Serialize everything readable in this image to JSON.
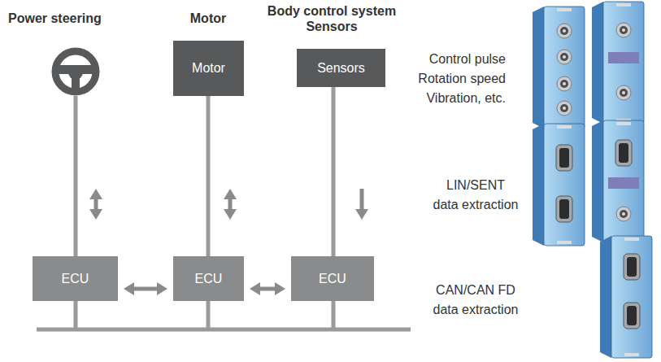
{
  "diagram": {
    "nodes": [
      {
        "text": [
          "Control pulse Rotation speed Vibration, etc."
        ]
      },
      {
        "text": [
          "Motor"
        ],
        "in": 0
      },
      {
        "text": [
          "Sensors"
        ],
        "in": 0
      },
      {
        "text": [
          "LIN/SENT data extraction"
        ]
      },
      {
        "text": [
          "CAN/CAN FD data extraction"
        ]
      },
      {
        "text": [
          "ECU"
        ],
        "in": 4
      },
      {
        "text": [
          "ECU"
        ],
        "in": 4
      },
      {
        "text": [
          "ECU"
        ],
        "in": 4
      }
    ],
    "edges": [
      {
        "from": 1,
        "to": 6,
        "arrow": "both"
      },
      {
        "from": 2,
        "to": 7,
        "arrow": "to"
      },
      {
        "from": 5,
        "to": 6,
        "arrow": "both"
      },
      {
        "from": 6,
        "to": 7,
        "arrow": "both"
      }
    ],
    "labels": [
      "Power steering",
      "Motor",
      "Body control system",
      "Sensors"
    ]
  }
}
